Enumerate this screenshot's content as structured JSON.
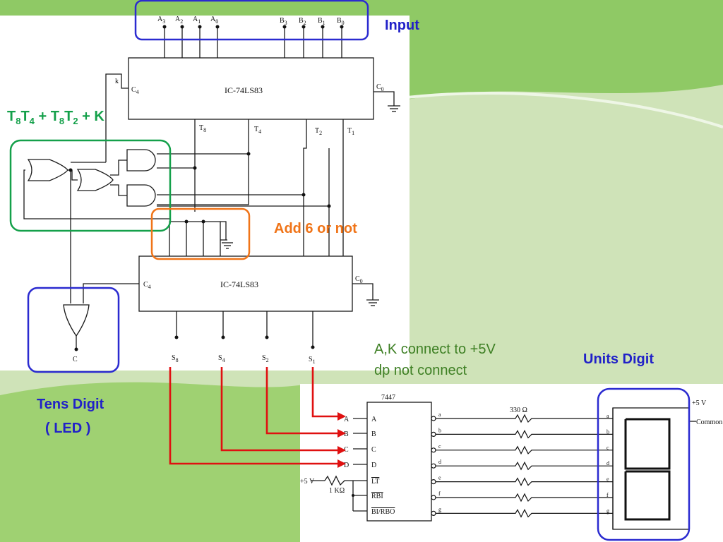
{
  "annotations": {
    "input": "Input",
    "add6": "Add 6 or not",
    "formula": {
      "p1": "T",
      "s1": "8",
      "p2": "T",
      "s2": "4",
      "p3": " + T",
      "s3": "8",
      "p4": "T",
      "s4": "2",
      "p5": " + K"
    },
    "tens_line1": "Tens Digit",
    "tens_line2": "( LED )",
    "units": "Units Digit",
    "note_line1": "A,K connect to +5V",
    "note_line2": "dp not connect"
  },
  "adder_top": {
    "name": "IC-74LS83",
    "inputs_a": [
      {
        "b": "A",
        "s": "3"
      },
      {
        "b": "A",
        "s": "2"
      },
      {
        "b": "A",
        "s": "1"
      },
      {
        "b": "A",
        "s": "0"
      }
    ],
    "inputs_b": [
      {
        "b": "B",
        "s": "3"
      },
      {
        "b": "B",
        "s": "2"
      },
      {
        "b": "B",
        "s": "1"
      },
      {
        "b": "B",
        "s": "0"
      }
    ],
    "cin": {
      "b": "C",
      "s": "4"
    },
    "cout": {
      "b": "C",
      "s": "0"
    },
    "k": "k",
    "outputs": [
      {
        "b": "T",
        "s": "8"
      },
      {
        "b": "T",
        "s": "4"
      },
      {
        "b": "T",
        "s": "2"
      },
      {
        "b": "T",
        "s": "1"
      }
    ]
  },
  "adder_bottom": {
    "name": "IC-74LS83",
    "cin": {
      "b": "C",
      "s": "4"
    },
    "cout": {
      "b": "C",
      "s": "0"
    },
    "outputs": [
      {
        "b": "S",
        "s": "8"
      },
      {
        "b": "S",
        "s": "4"
      },
      {
        "b": "S",
        "s": "2"
      },
      {
        "b": "S",
        "s": "1"
      }
    ]
  },
  "tens_output": "C",
  "decoder": {
    "name": "7447",
    "inputs": [
      "A",
      "B",
      "C",
      "D"
    ],
    "controls": [
      "LT",
      "RBI",
      "BI/RBO"
    ],
    "outputs": [
      "a",
      "b",
      "c",
      "d",
      "e",
      "f",
      "g"
    ],
    "resistor": "330 Ω",
    "pullup_resistor": "1 KΩ",
    "supply": "+5 V"
  },
  "display": {
    "supply": "+5 V",
    "common": "Common",
    "segments": [
      "a",
      "b",
      "c",
      "d",
      "e",
      "f",
      "g"
    ]
  },
  "colors": {
    "background_dark": "#8fc965",
    "background_light": "#cfe3b8",
    "blue_box": "#2b2bd0",
    "orange_box": "#f07418",
    "green_box": "#14a04a",
    "red_wire": "#e01010"
  }
}
